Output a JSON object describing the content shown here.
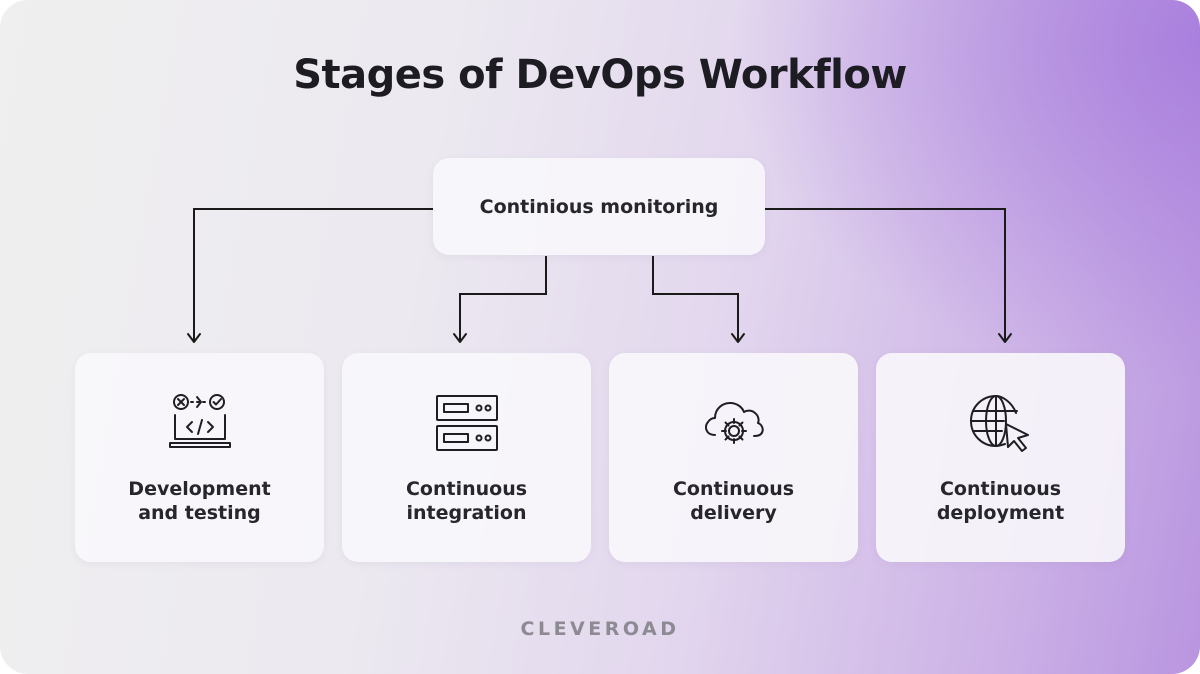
{
  "diagram": {
    "title": "Stages of DevOps Workflow",
    "top_node": {
      "label": "Continious monitoring"
    },
    "stages": [
      {
        "line1": "Development",
        "line2": "and testing",
        "icon": "laptop-code-icon"
      },
      {
        "line1": "Continuous",
        "line2": "integration",
        "icon": "server-rack-icon"
      },
      {
        "line1": "Continuous",
        "line2": "delivery",
        "icon": "cloud-gear-icon"
      },
      {
        "line1": "Continuous",
        "line2": "deployment",
        "icon": "globe-cursor-icon"
      }
    ],
    "edges": [
      {
        "from": "Continious monitoring",
        "to": "Development and testing"
      },
      {
        "from": "Continious monitoring",
        "to": "Continuous integration"
      },
      {
        "from": "Continious monitoring",
        "to": "Continuous delivery"
      },
      {
        "from": "Continious monitoring",
        "to": "Continuous deployment"
      }
    ]
  },
  "brand": {
    "name": "CLEVEROAD"
  },
  "colors": {
    "gradient_accent": "#b995e0",
    "text": "#26262c",
    "line": "#1a1a1a",
    "brand": "#8d8a93"
  }
}
